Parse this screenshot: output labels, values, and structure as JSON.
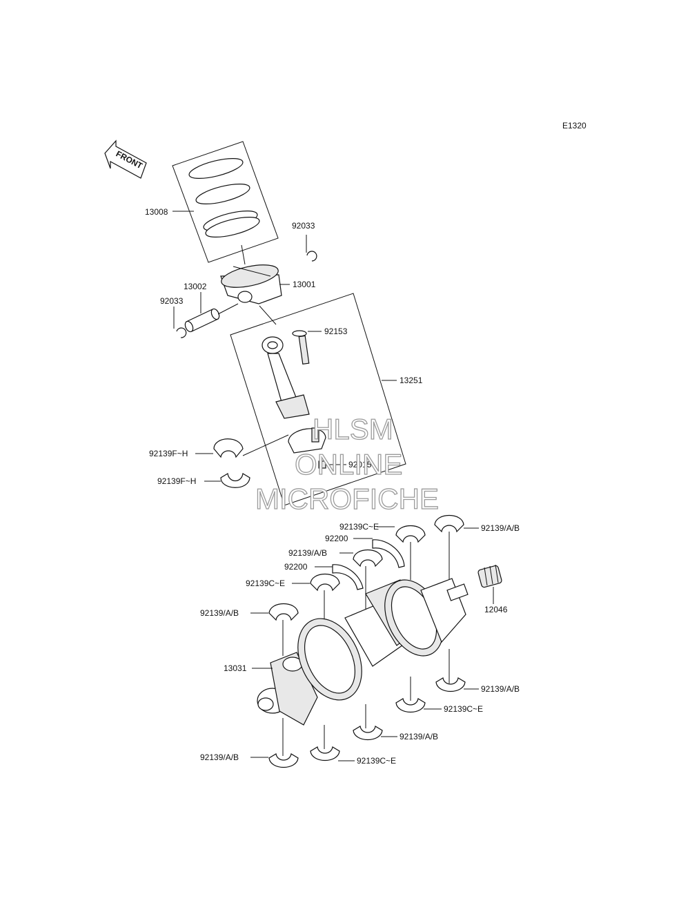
{
  "diagram": {
    "code": "E1320",
    "front_label": "FRONT",
    "watermark": {
      "line1": "HLSM",
      "line2": "ONLINE",
      "line3": "MICROFICHE"
    },
    "parts": {
      "piston_rings": "13008",
      "circlip_top": "92033",
      "piston": "13001",
      "piston_pin": "13002",
      "circlip_left": "92033",
      "conrod_bolt": "92153",
      "connecting_rod": "13251",
      "conrod_bearing_upper": "92139F~H",
      "conrod_bearing_lower": "92139F~H",
      "conrod_nut": "92015",
      "main_bearing_top_c_e": "92139C~E",
      "thrust_washer_1": "92200",
      "main_bearing_top_a_b_right": "92139/A/B",
      "main_bearing_top_a_b_mid": "92139/A/B",
      "thrust_washer_2": "92200",
      "main_bearing_top_c_e_2": "92139C~E",
      "main_bearing_top_a_b_left": "92139/A/B",
      "crankshaft": "13031",
      "needle_bearing": "12046",
      "main_bearing_bottom_a_b_right": "92139/A/B",
      "main_bearing_bottom_c_e_right": "92139C~E",
      "main_bearing_bottom_a_b_mid": "92139/A/B",
      "main_bearing_bottom_a_b_left": "92139/A/B",
      "main_bearing_bottom_c_e_left": "92139C~E"
    }
  }
}
